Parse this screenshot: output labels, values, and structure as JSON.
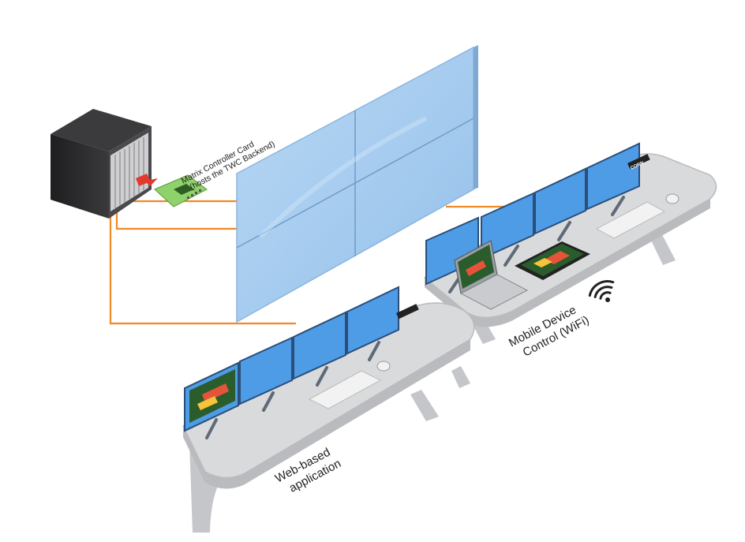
{
  "labels": {
    "controller_card_line1": "Matrix Controller Card",
    "controller_card_line2": "(hosts the TWC Backend)",
    "web_app_line1": "Web-based",
    "web_app_line2": "application",
    "mobile_line1": "Mobile Device",
    "mobile_line2": "Control (WiFi)",
    "brand_tag": "CORN"
  },
  "colors": {
    "cable": "#f08a24",
    "desk_top": "#d9dadc",
    "desk_edge": "#b9bbbe",
    "monitor_screen": "#4e9be6",
    "videowall": "#a6cbee",
    "chassis": "#2b2b2d",
    "card": "#8fd16a"
  },
  "icons": {
    "wifi": "wifi-icon",
    "mouse": "mouse-icon",
    "keyboard": "keyboard-icon"
  }
}
